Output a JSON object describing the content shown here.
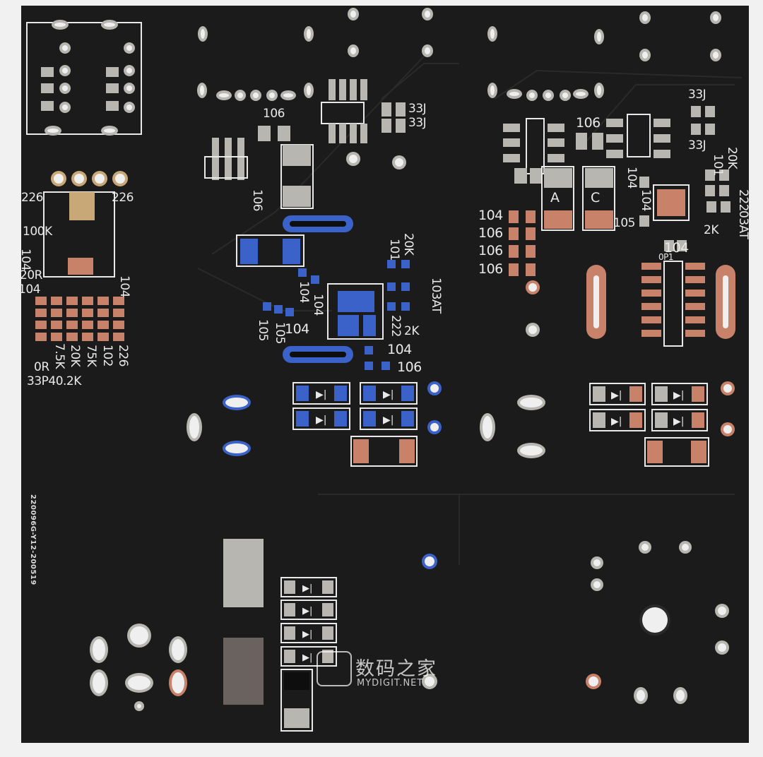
{
  "board": {
    "board_color": "#1b1b1b",
    "silk_color": "#e9e9e9",
    "version_code": "220096G-Y12-200519"
  },
  "labels": [
    "226",
    "226",
    "100K",
    "104",
    "20R",
    "104",
    "104",
    "226",
    "102",
    "75K",
    "20K",
    "7.5K",
    "0R",
    "33P40.2K",
    "106",
    "33J",
    "33J",
    "106",
    "20K",
    "101",
    "104",
    "104",
    "105",
    "105",
    "104",
    "103AT",
    "222",
    "2K",
    "104",
    "106",
    "106",
    "33J",
    "33J",
    "20K",
    "101",
    "104",
    "104",
    "105",
    "222",
    "03AT",
    "2K",
    "104",
    "104",
    "106",
    "106",
    "106",
    "A",
    "C",
    "0P1"
  ],
  "watermark": {
    "chinese": "数码之家",
    "english": "MYDIGIT.NET"
  }
}
